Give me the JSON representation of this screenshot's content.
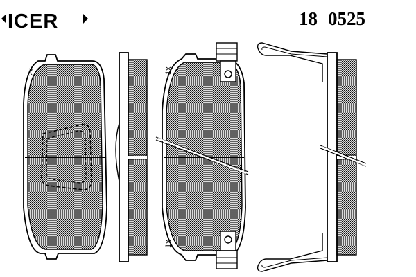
{
  "header": {
    "brand": "ICER",
    "part_number_prefix": "18",
    "part_number": "0525"
  },
  "annotations": {
    "qty_left": "2x",
    "qty_right_top": "1x",
    "qty_right_bottom": "1x"
  },
  "colors": {
    "ink": "#000000",
    "paper": "#ffffff"
  }
}
